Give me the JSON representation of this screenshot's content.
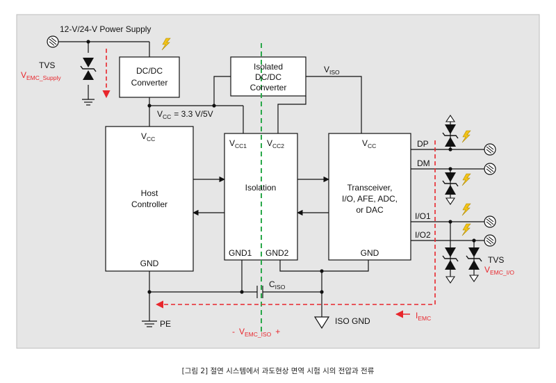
{
  "diagram": {
    "power_supply": "12-V/24-V Power Supply",
    "tvs_supply": {
      "label": "TVS",
      "vemc": "V",
      "vemc_sub": "EMC_Supply"
    },
    "dcdc": [
      "DC/DC",
      "Converter"
    ],
    "iso_dcdc": [
      "Isolated",
      "DC/DC",
      "Converter"
    ],
    "viso": {
      "main": "V",
      "sub": "ISO"
    },
    "vcc_rail": {
      "main": "V",
      "sub": "CC",
      "rest": "= 3.3 V/5V"
    },
    "host": {
      "vcc_main": "V",
      "vcc_sub": "CC",
      "name": [
        "Host",
        "Controller"
      ],
      "gnd": "GND"
    },
    "isolation": {
      "vcc1_main": "V",
      "vcc1_sub": "CC1",
      "vcc2_main": "V",
      "vcc2_sub": "CC2",
      "name": "Isolation",
      "gnd1": "GND1",
      "gnd2": "GND2"
    },
    "transceiver": {
      "vcc_main": "V",
      "vcc_sub": "CC",
      "name": [
        "Transceiver,",
        "I/O, AFE, ADC,",
        "or DAC"
      ],
      "gnd": "GND"
    },
    "outputs": {
      "dp": "DP",
      "dm": "DM",
      "io1": "I/O1",
      "io2": "I/O2"
    },
    "tvs_io": {
      "label": "TVS",
      "vemc": "V",
      "vemc_sub": "EMC_I/O"
    },
    "ciso": {
      "main": "C",
      "sub": "ISO"
    },
    "pe": "PE",
    "iso_gnd": "ISO GND",
    "iemc": {
      "main": "I",
      "sub": "EMC"
    },
    "vemc_iso": {
      "minus": "-",
      "main": "V",
      "sub": "EMC_ISO",
      "plus": "+"
    },
    "colors": {
      "panel": "#e6e6e6",
      "red": "#e8262c",
      "green": "#2aa84a",
      "bolt": "#f2c318",
      "line": "#111111"
    }
  },
  "caption": "[그림 2] 절연 시스템에서 과도현상 면역 시험 시의 전압과 전류"
}
